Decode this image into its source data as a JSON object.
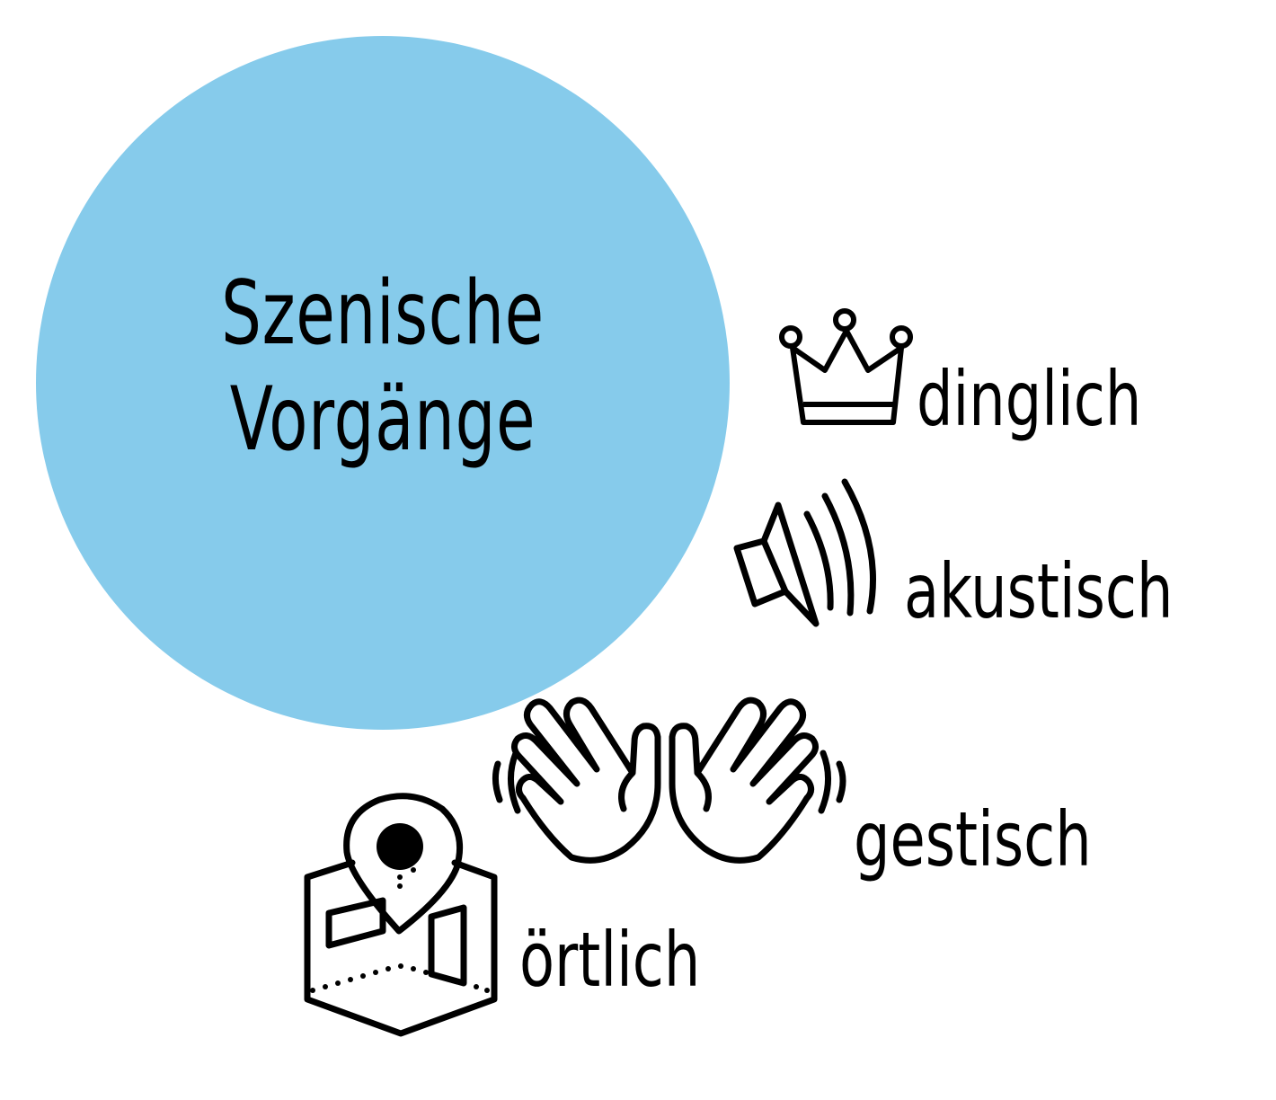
{
  "center": {
    "title_line1": "Szenische",
    "title_line2": "Vorgänge",
    "color": "#86CBEB"
  },
  "categories": [
    {
      "label": "dinglich",
      "icon": "crown-icon"
    },
    {
      "label": "akustisch",
      "icon": "speaker-icon"
    },
    {
      "label": "gestisch",
      "icon": "waving-hands-icon"
    },
    {
      "label": "örtlich",
      "icon": "map-pin-icon"
    }
  ]
}
